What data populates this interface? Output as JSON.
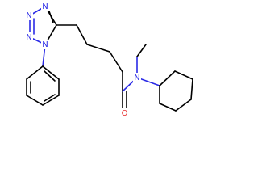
{
  "molecule": {
    "atom_labels": {
      "tetrazole_n1": "N",
      "tetrazole_n2": "N",
      "tetrazole_n3": "N",
      "tetrazole_n4": "N",
      "amide_n": "N",
      "carbonyl_o": "O"
    },
    "colors": {
      "bond": "#000000",
      "nitrogen": "#2a2ae6",
      "oxygen": "#e62a2a",
      "background": "#ffffff"
    }
  }
}
